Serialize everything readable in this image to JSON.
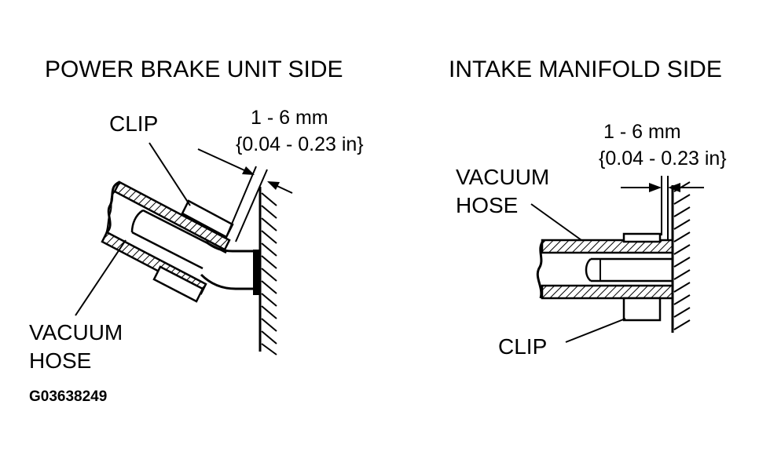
{
  "left": {
    "title": "POWER BRAKE UNIT SIDE",
    "clip_label": "CLIP",
    "dim_value": "1 - 6 mm",
    "dim_imperial": "{0.04 - 0.23 in}",
    "hose_line1": "VACUUM",
    "hose_line2": "HOSE"
  },
  "right": {
    "title": "INTAKE MANIFOLD SIDE",
    "dim_value": "1 - 6 mm",
    "dim_imperial": "{0.04 - 0.23 in}",
    "hose_line1": "VACUUM",
    "hose_line2": "HOSE",
    "clip_label": "CLIP"
  },
  "figure_code": "G03638249",
  "colors": {
    "ink": "#000000",
    "paper": "#ffffff"
  }
}
